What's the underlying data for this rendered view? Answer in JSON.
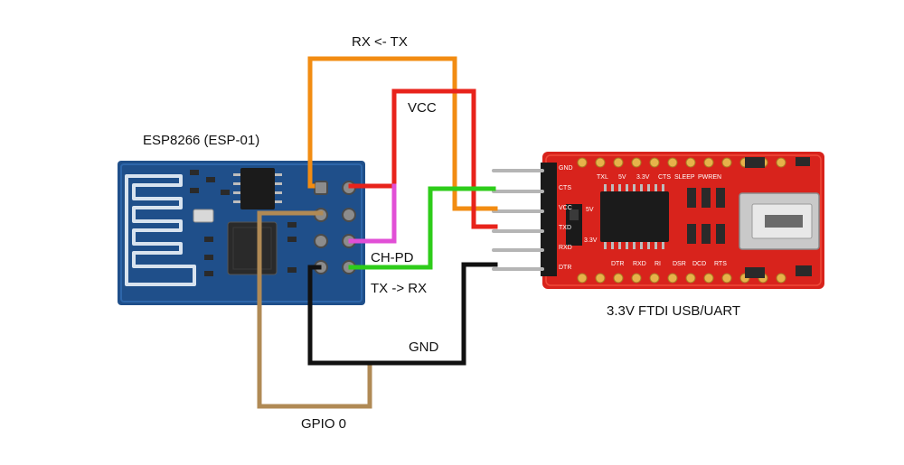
{
  "labels": {
    "esp_module": "ESP8266 (ESP-01)",
    "ftdi_board": "3.3V FTDI USB/UART",
    "rx_tx": "RX <- TX",
    "vcc": "VCC",
    "ch_pd": "CH-PD",
    "tx_rx": "TX -> RX",
    "gnd": "GND",
    "gpio0": "GPIO 0"
  },
  "ftdi_pins": [
    "GND",
    "CTS",
    "VCC",
    "TXD",
    "RXD",
    "DTR"
  ],
  "ftdi_top_marks": [
    "TXL",
    "5V",
    "3.3V",
    "CTS",
    "SLEEP",
    "PWREN"
  ],
  "ftdi_bottom_marks": [
    "DTR",
    "RXD",
    "RI",
    "DSR",
    "DCD",
    "RTS"
  ],
  "jumper_marks": [
    "5V",
    "3.3V"
  ],
  "colors": {
    "esp_pcb": "#1f4f8a",
    "ftdi_pcb": "#d8231c",
    "wire_orange": "#f28c12",
    "wire_red": "#e8231b",
    "wire_magenta": "#e14fd6",
    "wire_green": "#2ecc1a",
    "wire_black": "#111111",
    "wire_brown": "#b08a55"
  }
}
